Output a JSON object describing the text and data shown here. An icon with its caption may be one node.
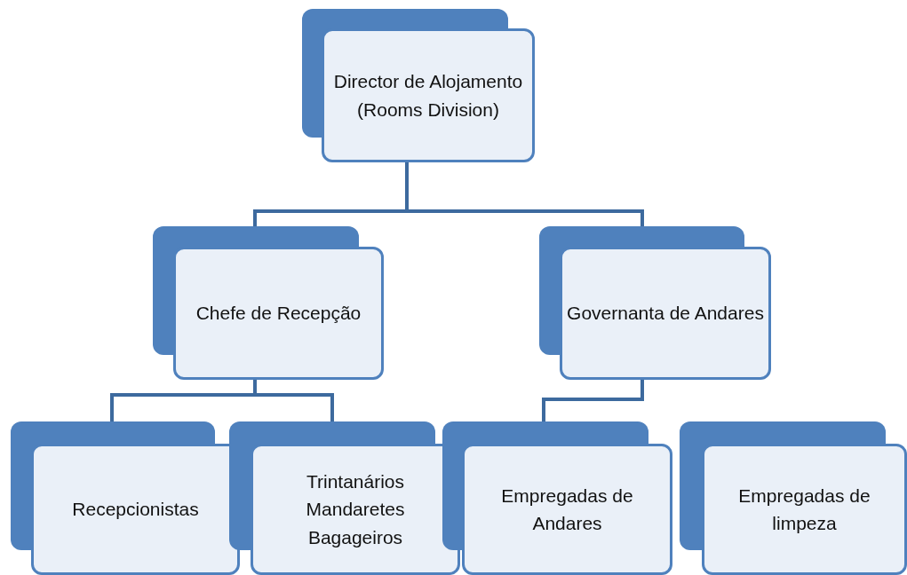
{
  "diagram": {
    "nodes": [
      {
        "text": [
          "Director de Alojamento",
          "(Rooms Division)"
        ]
      },
      {
        "text": [
          "Chefe de Recepção"
        ]
      },
      {
        "text": [
          "Governanta de Andares"
        ]
      },
      {
        "text": [
          "Recepcionistas"
        ]
      },
      {
        "text": [
          "Trintanários",
          "Mandaretes",
          "Bagageiros"
        ]
      },
      {
        "text": [
          "Empregadas de Andares"
        ]
      },
      {
        "text": [
          "Empregadas de limpeza"
        ]
      }
    ],
    "edges": [
      {
        "from": 0,
        "to": 1,
        "arrow": "none"
      },
      {
        "from": 0,
        "to": 2,
        "arrow": "none"
      },
      {
        "from": 1,
        "to": 3,
        "arrow": "none"
      },
      {
        "from": 1,
        "to": 4,
        "arrow": "none"
      },
      {
        "from": 2,
        "to": 5,
        "arrow": "none"
      }
    ]
  }
}
